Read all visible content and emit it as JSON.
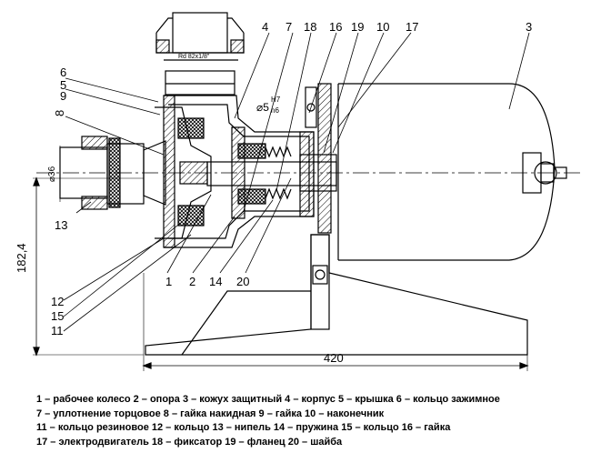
{
  "callouts": {
    "c1": "1",
    "c2": "2",
    "c3": "3",
    "c4": "4",
    "c5": "5",
    "c6": "6",
    "c7": "7",
    "c8": "8",
    "c9": "9",
    "c10": "10",
    "c11": "11",
    "c12": "12",
    "c13": "13",
    "c14": "14",
    "c15": "15",
    "c16": "16",
    "c17": "17",
    "c18": "18",
    "c19": "19",
    "c20": "20"
  },
  "dimensions": {
    "length": "420",
    "height": "182,4",
    "pipe_dia": "⌀36",
    "shaft_fit": "⌀5",
    "fit_upper": "H7",
    "fit_lower": "n6",
    "thread": "Rd 82x1/8\""
  },
  "legend": [
    "1 – рабочее колесо  2 – опора  3 – кожух защитный  4 – корпус  5 – крышка   6 – кольцо зажимное",
    "7 – уплотнение торцовое   8 – гайка накидная  9 – гайка  10 – наконечник",
    "11 – кольцо резиновое  12 – кольцо  13 – нипель  14 – пружина  15 – кольцо    16 – гайка",
    "17 – электродвигатель   18 – фиксатор  19 – фланец  20 – шайба"
  ]
}
